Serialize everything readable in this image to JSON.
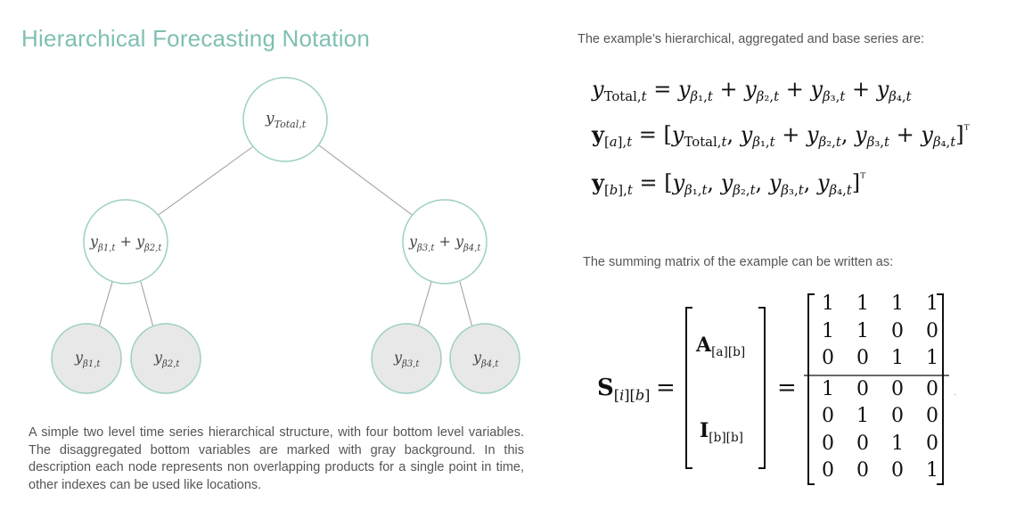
{
  "title": "Hierarchical Forecasting Notation",
  "tree": {
    "root": {
      "var": "y",
      "sub": "Total,t"
    },
    "left": {
      "a": "β1,t",
      "b": "β2,t"
    },
    "right": {
      "a": "β3,t",
      "b": "β4,t"
    },
    "leaves": [
      "β1,t",
      "β2,t",
      "β3,t",
      "β4,t"
    ]
  },
  "caption": "A simple two level time series hierarchical structure, with four bottom level variables. The disaggregated bottom variables are marked with gray background. In this description each node represents non overlapping products for a single point in time, other indexes can be used like locations.",
  "intro_series": "The example’s hierarchical, aggregated and base series are:",
  "equations": {
    "eq1": "y_Total,t = y_β1,t + y_β2,t + y_β3,t + y_β4,t",
    "eq2": "y_[a],t = [y_Total,t, y_β1,t + y_β2,t, y_β3,t + y_β4,t]ᵀ",
    "eq3": "y_[b],t = [y_β1,t, y_β2,t, y_β3,t, y_β4,t]ᵀ"
  },
  "intro_matrix": "The summing matrix of the example can be written as:",
  "matrix": {
    "lhs": "S_[i][b]",
    "block_top": "A_[a][b]",
    "block_bottom": "I_[b][b]",
    "rows": [
      [
        1,
        1,
        1,
        1
      ],
      [
        1,
        1,
        0,
        0
      ],
      [
        0,
        0,
        1,
        1
      ],
      [
        1,
        0,
        0,
        0
      ],
      [
        0,
        1,
        0,
        0
      ],
      [
        0,
        0,
        1,
        0
      ],
      [
        0,
        0,
        0,
        1
      ]
    ]
  },
  "colors": {
    "title": "#7fbfb4",
    "node_border": "#9ccfc5",
    "leaf_fill": "#e8e8e8"
  }
}
